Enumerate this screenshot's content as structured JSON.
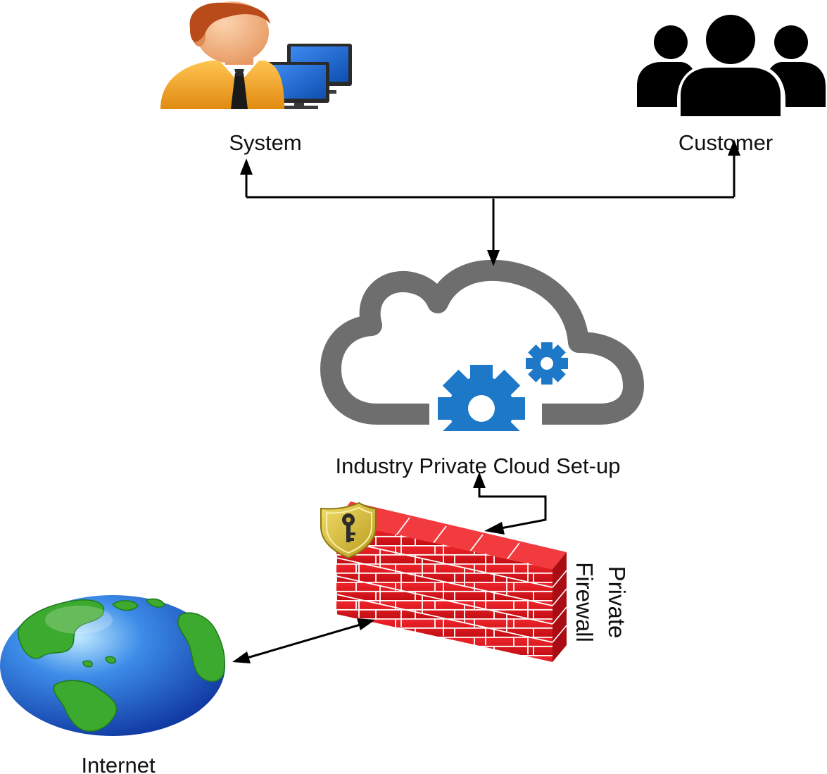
{
  "nodes": {
    "system": {
      "label": "System",
      "icon": "person-at-workstations-icon"
    },
    "customer": {
      "label": "Customer",
      "icon": "people-group-icon"
    },
    "cloud": {
      "label": "Industry Private Cloud Set-up",
      "icon": "cloud-with-gears-icon"
    },
    "firewall": {
      "label_line1": "Private",
      "label_line2": "Firewall",
      "icon": "brick-firewall-icon",
      "badge_icon": "key-shield-icon"
    },
    "internet": {
      "label": "Internet",
      "icon": "globe-icon"
    }
  },
  "edges": [
    {
      "from": "cloud",
      "to": "system",
      "direction": "to-target"
    },
    {
      "from": "cloud",
      "to": "customer",
      "direction": "to-target"
    },
    {
      "from": "system",
      "to": "cloud",
      "direction": "to-target"
    },
    {
      "from": "firewall",
      "to": "cloud",
      "direction": "both"
    },
    {
      "from": "internet",
      "to": "firewall",
      "direction": "both"
    }
  ],
  "colors": {
    "gear_blue": "#1E78C8",
    "cloud_gray": "#6E6E6E",
    "brick_red": "#E8141B",
    "brick_mortar": "#FFFFFF",
    "shield_gold": "#D4B833",
    "person_orange": "#F6A623",
    "skin": "#F5B98A",
    "hair": "#B94A1A",
    "monitor_blue": "#1E6FD8",
    "ocean_blue": "#1A5FD0",
    "land_green": "#3BAA2E",
    "silhouette": "#000000",
    "line": "#000000"
  }
}
